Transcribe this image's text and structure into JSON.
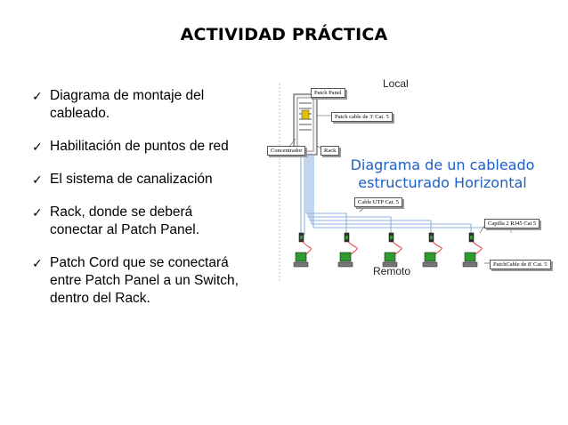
{
  "title": "ACTIVIDAD PRÁCTICA",
  "bullets": [
    "Diagrama de montaje del cableado.",
    "Habilitación de puntos de red",
    "El sistema de canalización",
    "Rack, donde se deberá conectar al Patch Panel.",
    "Patch Cord que se conectará entre Patch Panel a un Switch, dentro del Rack."
  ],
  "diagram": {
    "top_label": "Local",
    "bottom_label": "Remoto",
    "title_line1": "Diagrama de un cableado",
    "title_line2": "estructurado Horizontal",
    "patch_panel": "Patch Panel",
    "patch_cable_top": "Patch cable de 3' Cat. 5",
    "concentrador": "Concentrador",
    "rack": "Rack",
    "cable_utp": "Cable UTP Cat. 5",
    "capilla": "Capilla 2 RJ45 Cat 5",
    "patch_cable_bottom": "PatchCable de 8' Cat. 5",
    "colors": {
      "accent": "#1f5fc8",
      "cable": "#8fb3e0",
      "pc_screen": "#2e9b2e"
    }
  }
}
